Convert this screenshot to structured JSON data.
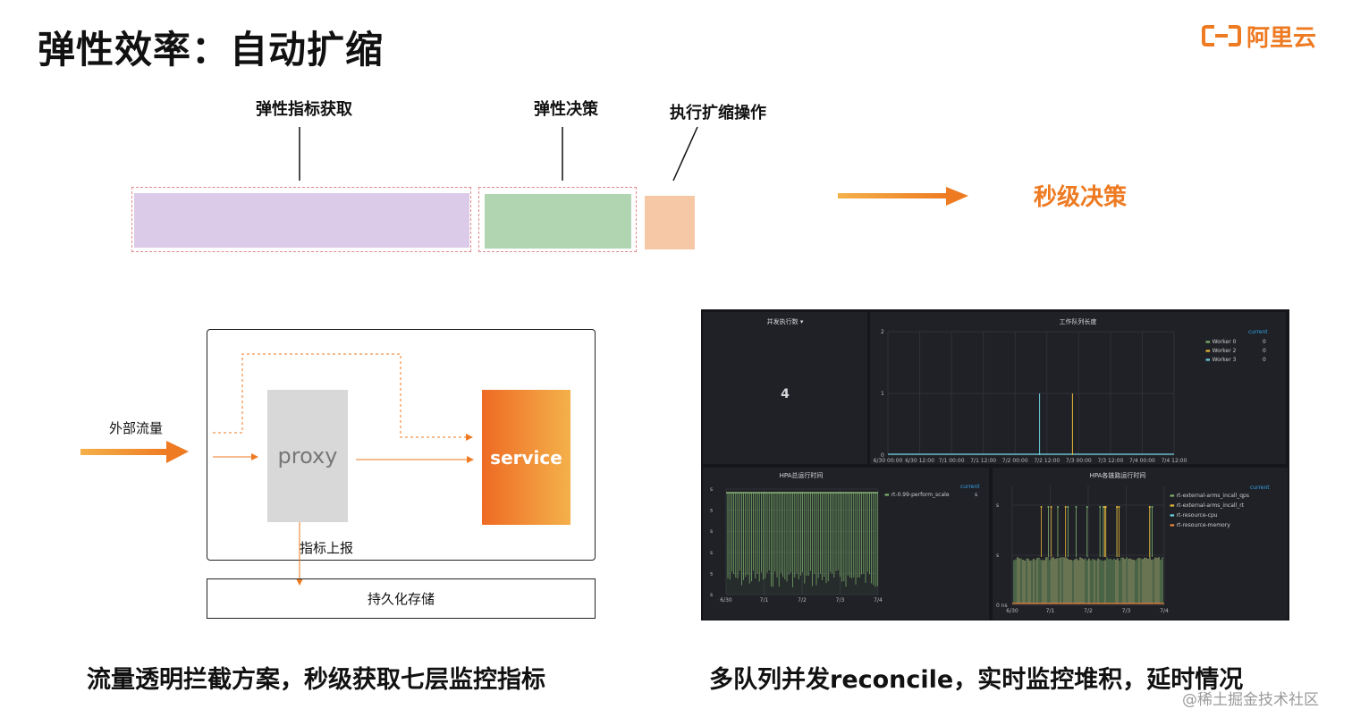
{
  "title": "弹性效率：自动扩缩",
  "logo": {
    "icon": "aliyun-logo-icon",
    "text": "阿里云",
    "color": "#ee7a22"
  },
  "timeline": {
    "labels": [
      "弹性指标获取",
      "弹性决策",
      "执行扩缩操作"
    ],
    "result": "秒级决策",
    "colors": {
      "metrics": "#dccbe8",
      "decision": "#b1d5b0",
      "execute": "#f7c8a6",
      "accent": "#ee7a22"
    }
  },
  "diagram": {
    "ext_traffic": "外部流量",
    "proxy": "proxy",
    "service": "service",
    "report": "指标上报",
    "storage": "持久化存储"
  },
  "dashboard": {
    "concurrency": {
      "title": "并发执行数",
      "value": "4"
    },
    "queue": {
      "title": "工作队列长度",
      "y_ticks": [
        "2",
        "1",
        "0"
      ],
      "x_ticks": [
        "6/30 00:00",
        "6/30 12:00",
        "7/1 00:00",
        "7/1 12:00",
        "7/2 00:00",
        "7/2 12:00",
        "7/3 00:00",
        "7/3 12:00",
        "7/4 00:00",
        "7/4 12:00"
      ],
      "legend_header": "current",
      "legend": [
        {
          "name": "Worker 0",
          "value": "0",
          "color": "#7eb26d"
        },
        {
          "name": "Worker 2",
          "value": "0",
          "color": "#eab839"
        },
        {
          "name": "Worker 3",
          "value": "0",
          "color": "#6ed0e0"
        }
      ]
    },
    "hpa_total": {
      "title": "HPA总运行时间",
      "x_ticks": [
        "6/30",
        "7/1",
        "7/2",
        "7/3",
        "7/4"
      ],
      "y_ticks": [
        "s",
        "s",
        "s",
        "s",
        "s",
        "s"
      ],
      "legend_header": "current",
      "legend": [
        {
          "name": "rt-0.99-perform_scale",
          "value": "s",
          "color": "#7eb26d"
        }
      ]
    },
    "hpa_links": {
      "title": "HPA各链路运行时间",
      "x_ticks": [
        "6/30",
        "7/1",
        "7/2",
        "7/3",
        "7/4"
      ],
      "y_ticks": [
        "s",
        "s",
        "0 ns"
      ],
      "legend_header": "current",
      "legend": [
        {
          "name": "rt-external-arms_incall_qps",
          "color": "#7eb26d"
        },
        {
          "name": "rt-external-arms_incall_rt",
          "color": "#eab839"
        },
        {
          "name": "rt-resource-cpu",
          "color": "#6ed0e0"
        },
        {
          "name": "rt-resource-memory",
          "color": "#ef843c"
        }
      ]
    }
  },
  "captions": {
    "left": "流量透明拦截方案，秒级获取七层监控指标",
    "right": "多队列并发reconcile，实时监控堆积，延时情况"
  },
  "watermark": "@稀土掘金技术社区"
}
